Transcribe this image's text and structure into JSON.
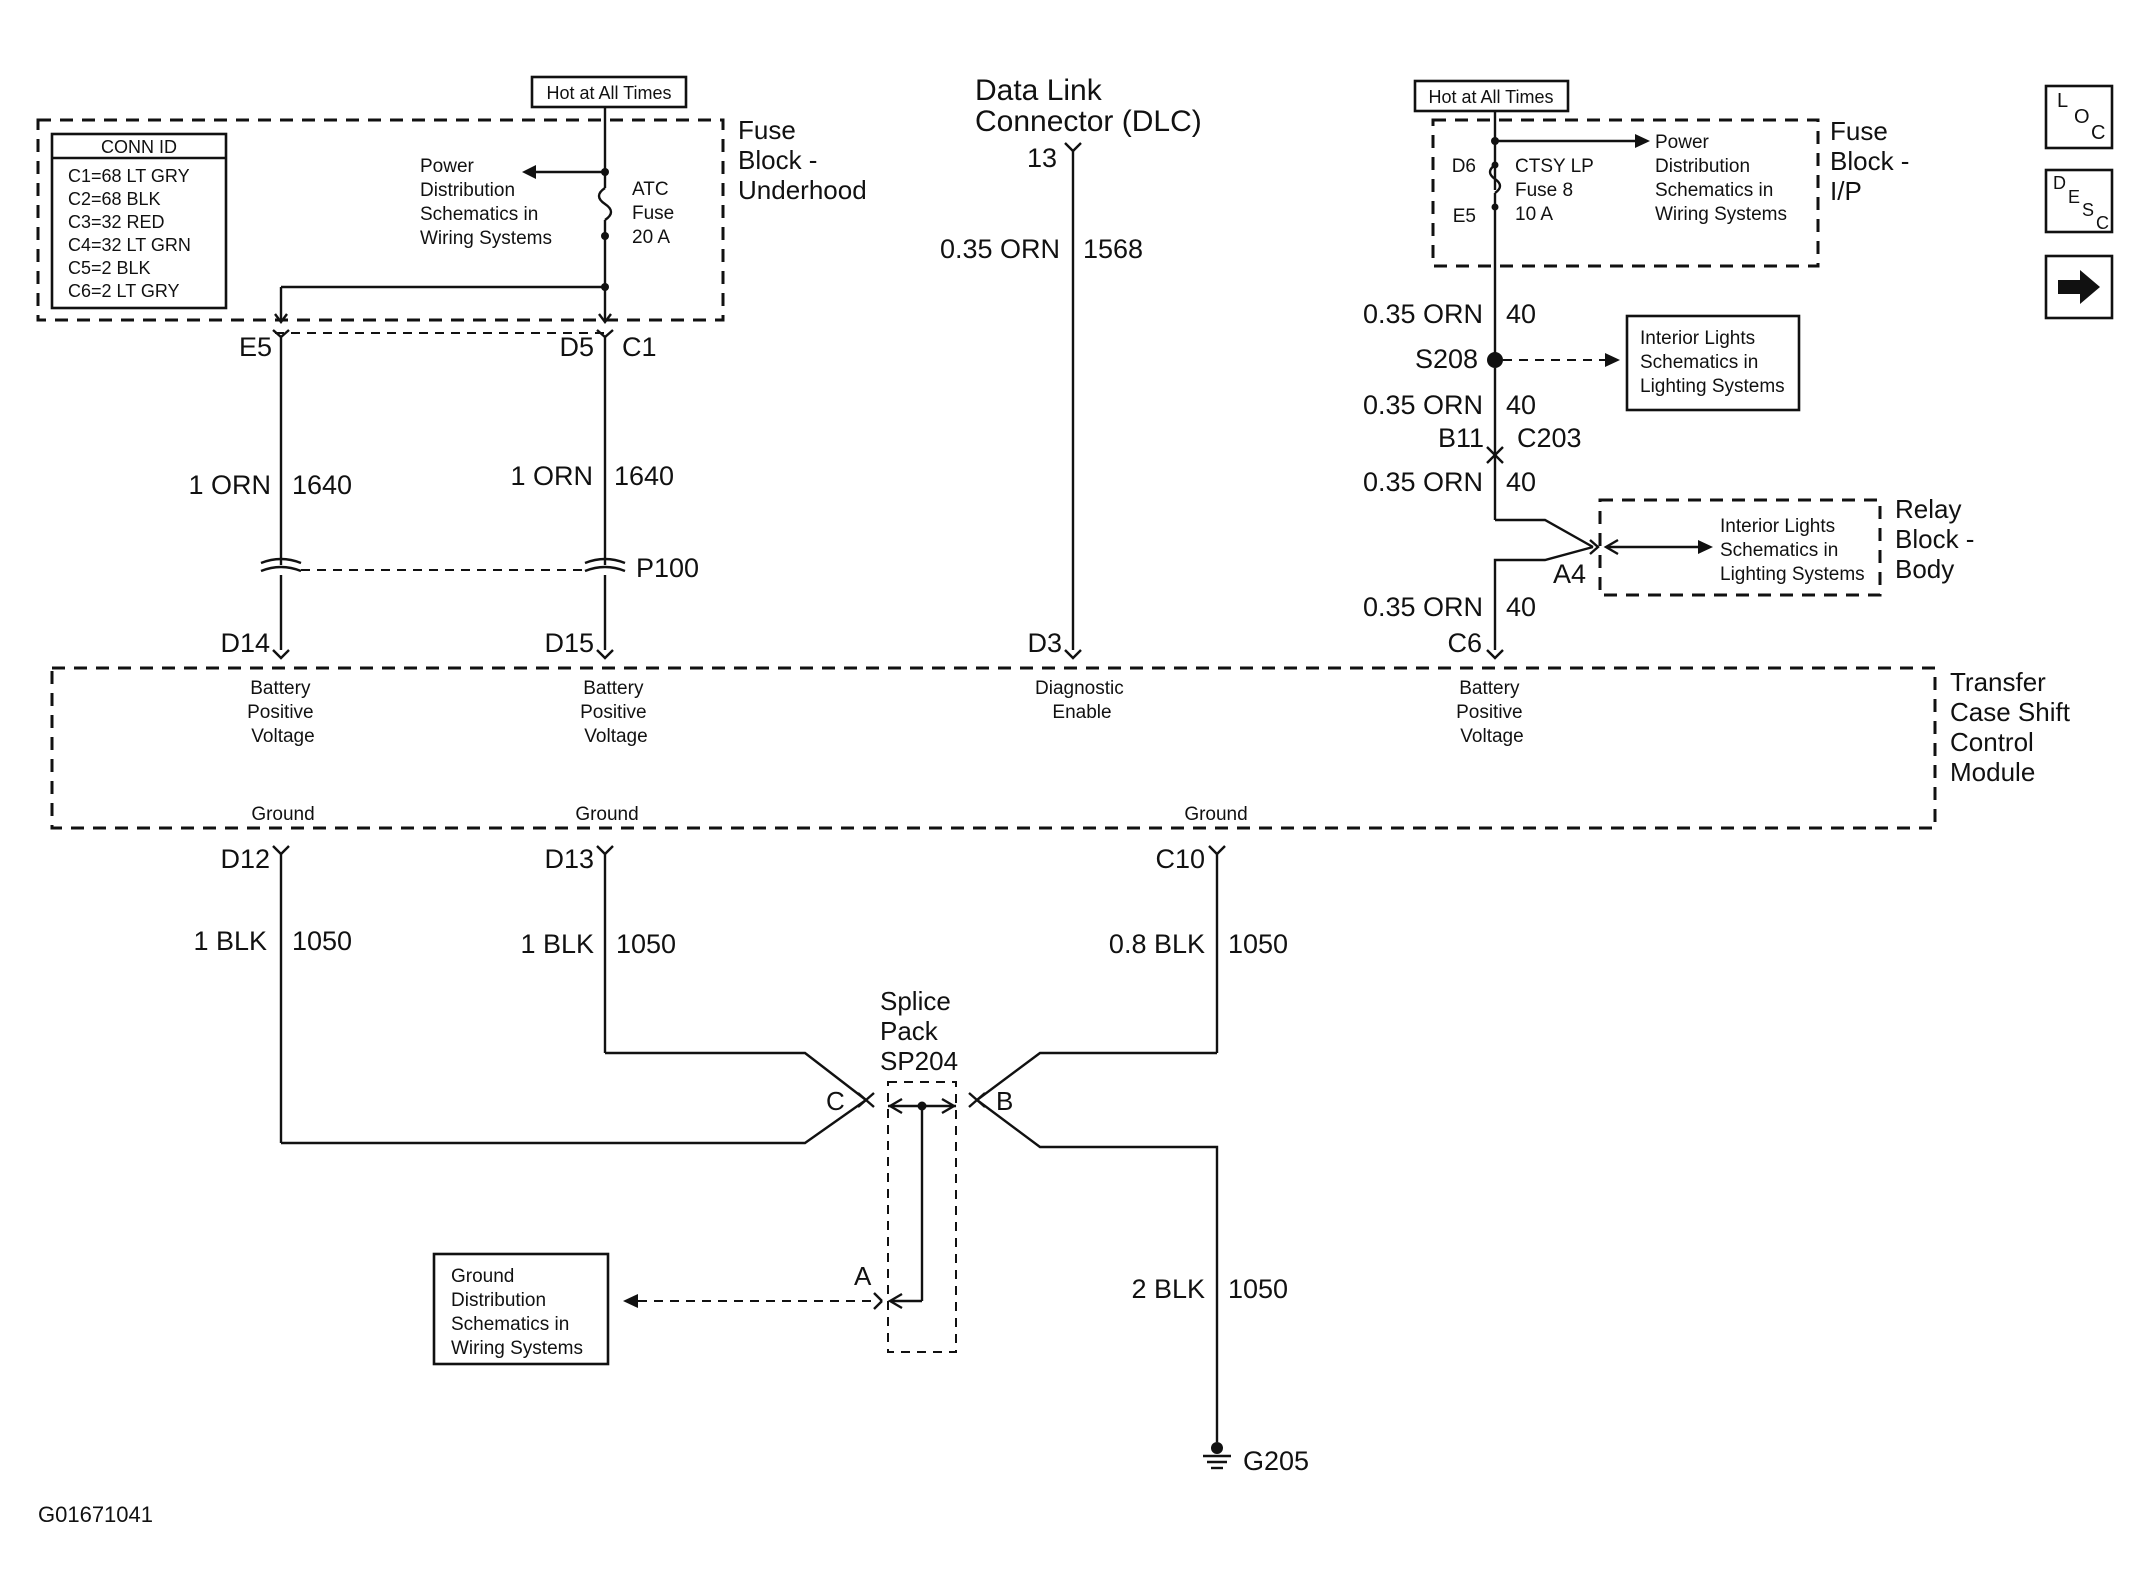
{
  "conn_id": {
    "title": "CONN ID",
    "rows": [
      "C1=68 LT GRY",
      "C2=68 BLK",
      "C3=32 RED",
      "C4=32 LT GRN",
      "C5=2 BLK",
      "C6=2 LT GRY"
    ]
  },
  "hot_left": "Hot at All Times",
  "hot_right": "Hot at All Times",
  "fuse_underhood": {
    "title": [
      "Fuse",
      "Block -",
      "Underhood"
    ],
    "power_ref": [
      "Power",
      "Distribution",
      "Schematics in",
      "Wiring Systems"
    ],
    "fuse": [
      "ATC",
      "Fuse",
      "20 A"
    ]
  },
  "dlc": {
    "title": [
      "Data Link",
      "Connector (DLC)"
    ],
    "pin": "13",
    "wire_size": "0.35 ORN",
    "wire_circuit": "1568",
    "module_pin": "D3",
    "module_label": [
      "Diagnostic",
      "Enable"
    ]
  },
  "fuse_ip": {
    "title": [
      "Fuse",
      "Block -",
      "I/P"
    ],
    "pin_top": "D6",
    "pin_bottom": "E5",
    "fuse": [
      "CTSY LP",
      "Fuse 8",
      "10 A"
    ],
    "power_ref": [
      "Power",
      "Distribution",
      "Schematics in",
      "Wiring Systems"
    ]
  },
  "left_branch": {
    "conn_top": "E5",
    "wire_size": "1 ORN",
    "wire_circuit": "1640",
    "module_pin": "D14",
    "module_label": [
      "Battery",
      "Positive",
      "Voltage"
    ]
  },
  "mid_branch": {
    "conn_top_a": "D5",
    "conn_top_b": "C1",
    "wire_size": "1 ORN",
    "wire_circuit": "1640",
    "inline": "P100",
    "module_pin": "D15",
    "module_label": [
      "Battery",
      "Positive",
      "Voltage"
    ]
  },
  "right_branch": {
    "w1_size": "0.35 ORN",
    "w1_circuit": "40",
    "splice": "S208",
    "interior_ref": [
      "Interior Lights",
      "Schematics in",
      "Lighting Systems"
    ],
    "w2_size": "0.35 ORN",
    "w2_circuit": "40",
    "conn_a": "B11",
    "conn_b": "C203",
    "w3_size": "0.35 ORN",
    "w3_circuit": "40",
    "relay_pin": "A4",
    "relay_ref": [
      "Interior Lights",
      "Schematics in",
      "Lighting Systems"
    ],
    "relay_title": [
      "Relay",
      "Block -",
      "Body"
    ],
    "w4_size": "0.35 ORN",
    "w4_circuit": "40",
    "module_pin": "C6",
    "module_label": [
      "Battery",
      "Positive",
      "Voltage"
    ]
  },
  "module": {
    "title": [
      "Transfer",
      "Case Shift",
      "Control",
      "Module"
    ],
    "ground": "Ground"
  },
  "ground_left": {
    "pin": "D12",
    "wire_size": "1 BLK",
    "wire_circuit": "1050"
  },
  "ground_mid": {
    "pin": "D13",
    "wire_size": "1 BLK",
    "wire_circuit": "1050"
  },
  "ground_right": {
    "pin": "C10",
    "wire_size": "0.8 BLK",
    "wire_circuit": "1050"
  },
  "splice_pack": {
    "title": [
      "Splice",
      "Pack",
      "SP204"
    ],
    "pin_c": "C",
    "pin_b": "B",
    "pin_a": "A"
  },
  "ground_ref": [
    "Ground",
    "Distribution",
    "Schematics in",
    "Wiring Systems"
  ],
  "ground_wire": {
    "wire_size": "2 BLK",
    "wire_circuit": "1050"
  },
  "ground_point": "G205",
  "figure_id": "G01671041",
  "nav": {
    "loc": [
      "L",
      "O",
      "C"
    ],
    "desc": [
      "D",
      "E",
      "S",
      "C"
    ],
    "next_icon": "right-arrow-icon"
  }
}
